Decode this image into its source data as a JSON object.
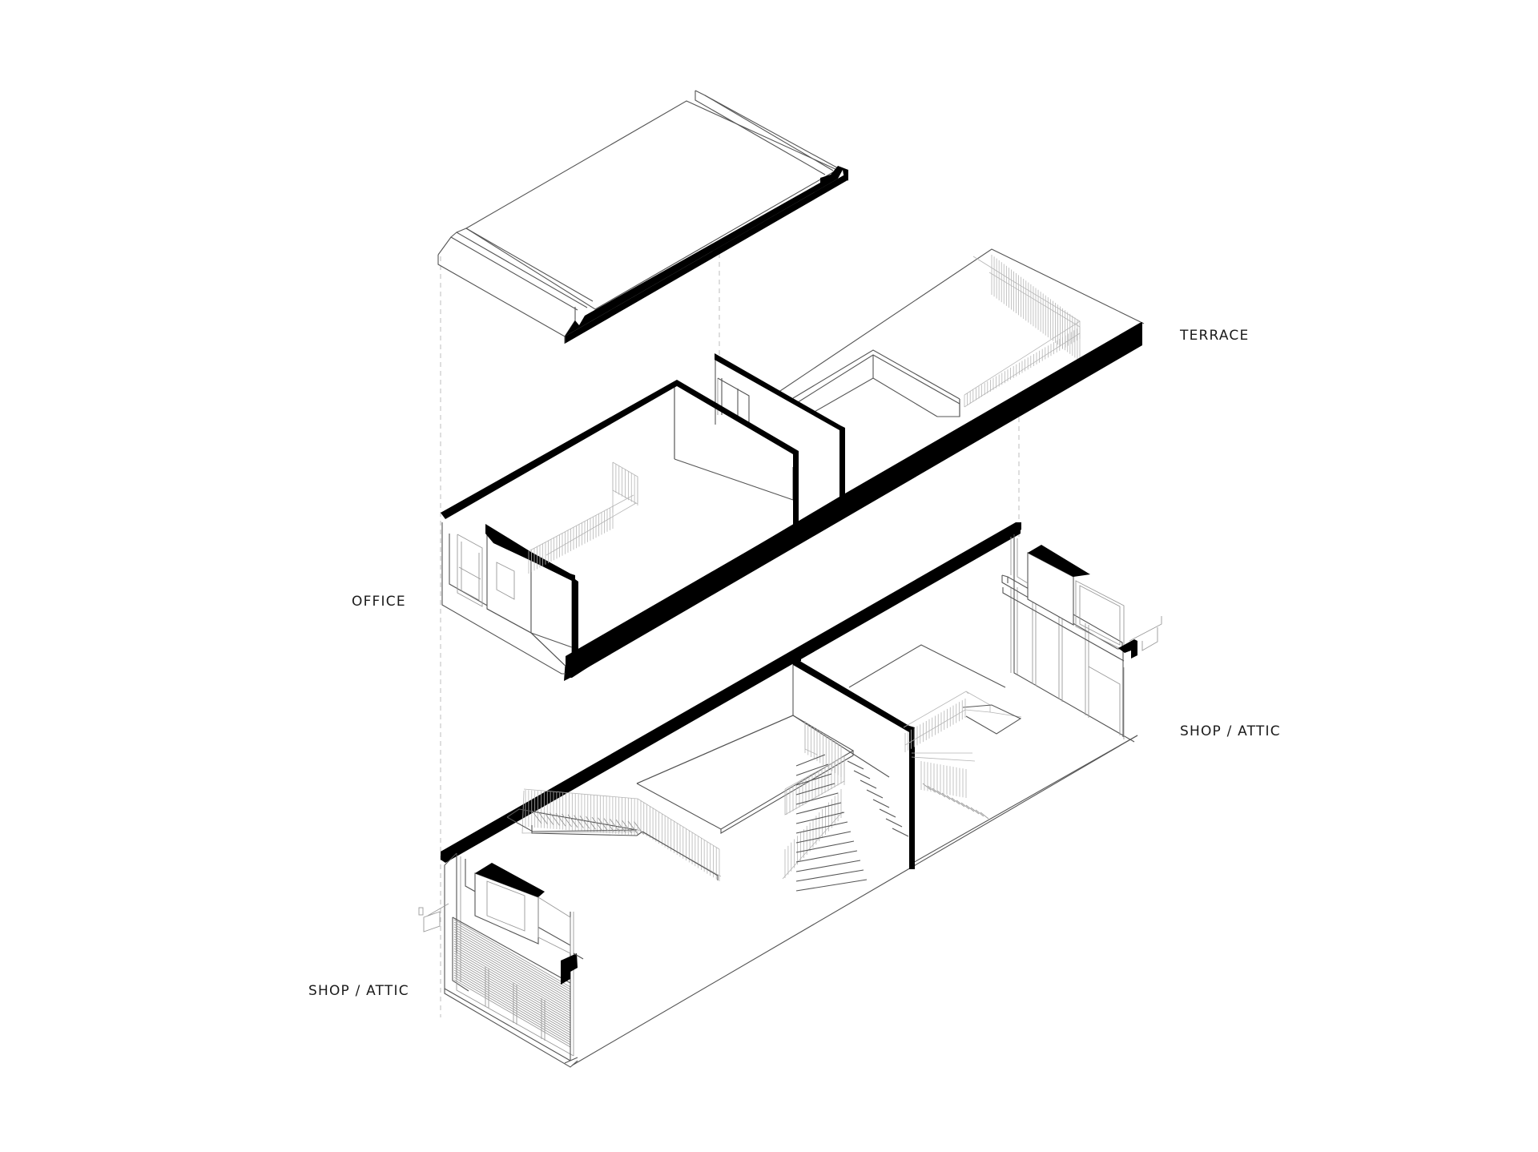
{
  "diagram": {
    "type": "exploded-axonometric-section",
    "colors": {
      "background": "#ffffff",
      "cut_walls": "#000000",
      "linework": "#555555",
      "railings": "#b5b5b5",
      "guide_lines": "#bdbdbd",
      "label_text": "#1a1a1a"
    },
    "labels": {
      "terrace": "TERRACE",
      "office": "OFFICE",
      "shop_attic_right": "SHOP / ATTIC",
      "shop_attic_left": "SHOP / ATTIC"
    },
    "levels": [
      {
        "name": "roof",
        "label": ""
      },
      {
        "name": "terrace",
        "label": "TERRACE"
      },
      {
        "name": "office",
        "label": "OFFICE"
      },
      {
        "name": "shop-attic",
        "label": "SHOP / ATTIC"
      }
    ]
  }
}
